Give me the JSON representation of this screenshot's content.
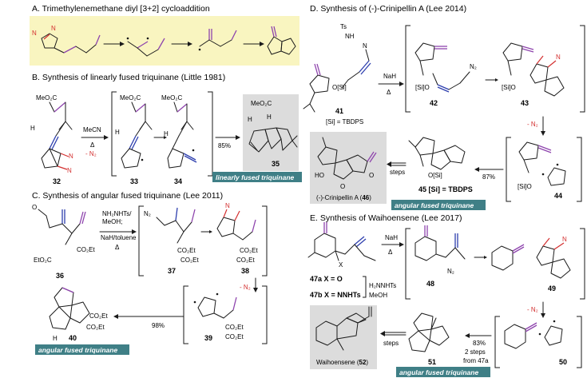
{
  "sections": {
    "a": {
      "title": "A. Trimethylenemethane diyl [3+2] cycloaddition",
      "n": "N",
      "nn": "N"
    },
    "b": {
      "title": "B. Synthesis of linearly fused triquinane  (Little 1981)",
      "ester": "MeO₂C",
      "cond1": "MeCN",
      "cond2": "Δ",
      "cond3": "- N₂",
      "yield": "85%",
      "c32": "32",
      "c33": "33",
      "c34": "34",
      "c35": "35",
      "h": "H",
      "n": "N",
      "tag": "linearly fused triquinane"
    },
    "c": {
      "title": "C. Synthesis of angular fused triquinane (Lee 2011)",
      "o": "O",
      "cond1": "NH₂NHTs/",
      "cond2": "MeOH;",
      "cond3": "NaH/toluene",
      "cond4": "Δ",
      "etester": "EtO₂C",
      "co2et": "CO₂Et",
      "n2": "N₂",
      "minus_n2": "- N₂",
      "yield": "98%",
      "c36": "36",
      "c37": "37",
      "c38": "38",
      "c39": "39",
      "c40": "40",
      "h": "H",
      "n": "N",
      "tag": "angular fused triquinane"
    },
    "d": {
      "title": "D. Synthesis of (-)-Crinipellin A (Lee 2014)",
      "ts": "Ts",
      "nh": "NH",
      "n": "N",
      "osi": "O[Si]",
      "sio": "[Si]O",
      "si_def": "[Si] = TBDPS",
      "cond1": "NaH",
      "cond2": "Δ",
      "n2": "N₂",
      "minus_n2": "- N₂",
      "yield": "87%",
      "steps": "steps",
      "c41": "41",
      "c42": "42",
      "c43": "43",
      "c44": "44",
      "c45": "45 [Si] = TBDPS",
      "crinipellin_name": "(-)-Crinipellin A (",
      "crinipellin_num": "46",
      "close_paren": ")",
      "ho": "HO",
      "o": "O",
      "tag": "angular fused triquinane"
    },
    "e": {
      "title": "E. Synthesis of Waihoensene (Lee 2017)",
      "x_eq": "X",
      "cond1": "NaH",
      "cond2": "Δ",
      "n2": "N₂",
      "minus_n2": "- N₂",
      "c47a": "47a X = O",
      "c47b": "47b X = NNHTs",
      "reagent1": "H₂NNHTs",
      "reagent2": "MeOH",
      "c48": "48",
      "c49": "49",
      "c50": "50",
      "c51": "51",
      "yield": "83%",
      "steps_note1": "2 steps",
      "steps_note2": "from 47a",
      "steps": "steps",
      "waihoensene_name": "Waihoensene (",
      "waihoensene_num": "52",
      "close_paren": ")",
      "n": "N",
      "tag": "angular fused triquinane"
    }
  },
  "colors": {
    "section_a_bg": "#f9f5c0",
    "product_bg": "#dcdcdc",
    "tag_bg": "#3f7f86",
    "purple": "#8e44ad",
    "blue": "#2e3fae",
    "red": "#d32f2f"
  }
}
